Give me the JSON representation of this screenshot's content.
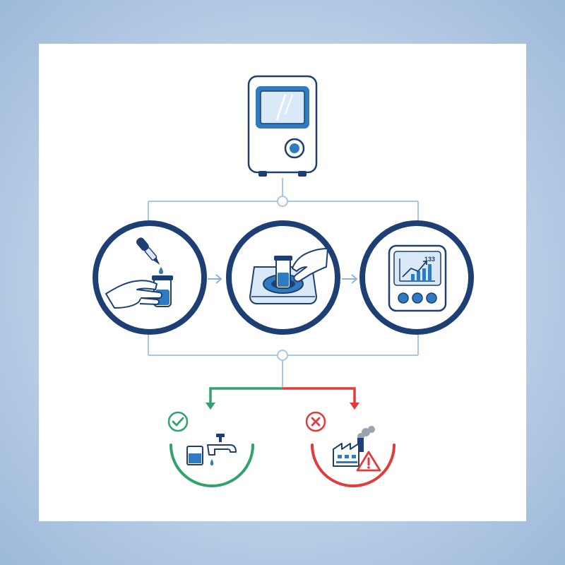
{
  "colors": {
    "frame_outer": "#9db9da",
    "frame_inner": "#cbdcee",
    "card": "#ffffff",
    "navy": "#1e3f73",
    "blue": "#2f7bc1",
    "light_blue": "#d9e9f7",
    "connector": "#a9c6e2",
    "arrow": "#8fb4dc",
    "success": "#2fa36b",
    "danger": "#e23b3b"
  },
  "steps": [
    {
      "id": "sample-collection",
      "icon": "dropper-sample-icon"
    },
    {
      "id": "sample-analysis",
      "icon": "analyzer-insert-icon"
    },
    {
      "id": "result-display",
      "icon": "meter-chart-icon"
    }
  ],
  "meter": {
    "readout": "133"
  },
  "outcomes": [
    {
      "id": "pass",
      "status_icon": "check-circle-icon",
      "scene_icon": "clean-water-tap-icon"
    },
    {
      "id": "fail",
      "status_icon": "cross-circle-icon",
      "scene_icon": "factory-warning-icon"
    }
  ]
}
